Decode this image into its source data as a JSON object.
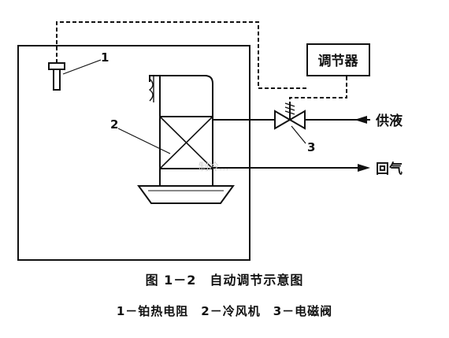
{
  "labels": {
    "controller": "调节器",
    "supply": "供液",
    "return": "回气",
    "n1": "1",
    "n2": "2",
    "n3": "3"
  },
  "caption": {
    "title": "图 1－2　自动调节示意图",
    "legend": "1－铂热电阻　2－冷风机　3－电磁阀"
  },
  "watermark": "制冷..."
}
